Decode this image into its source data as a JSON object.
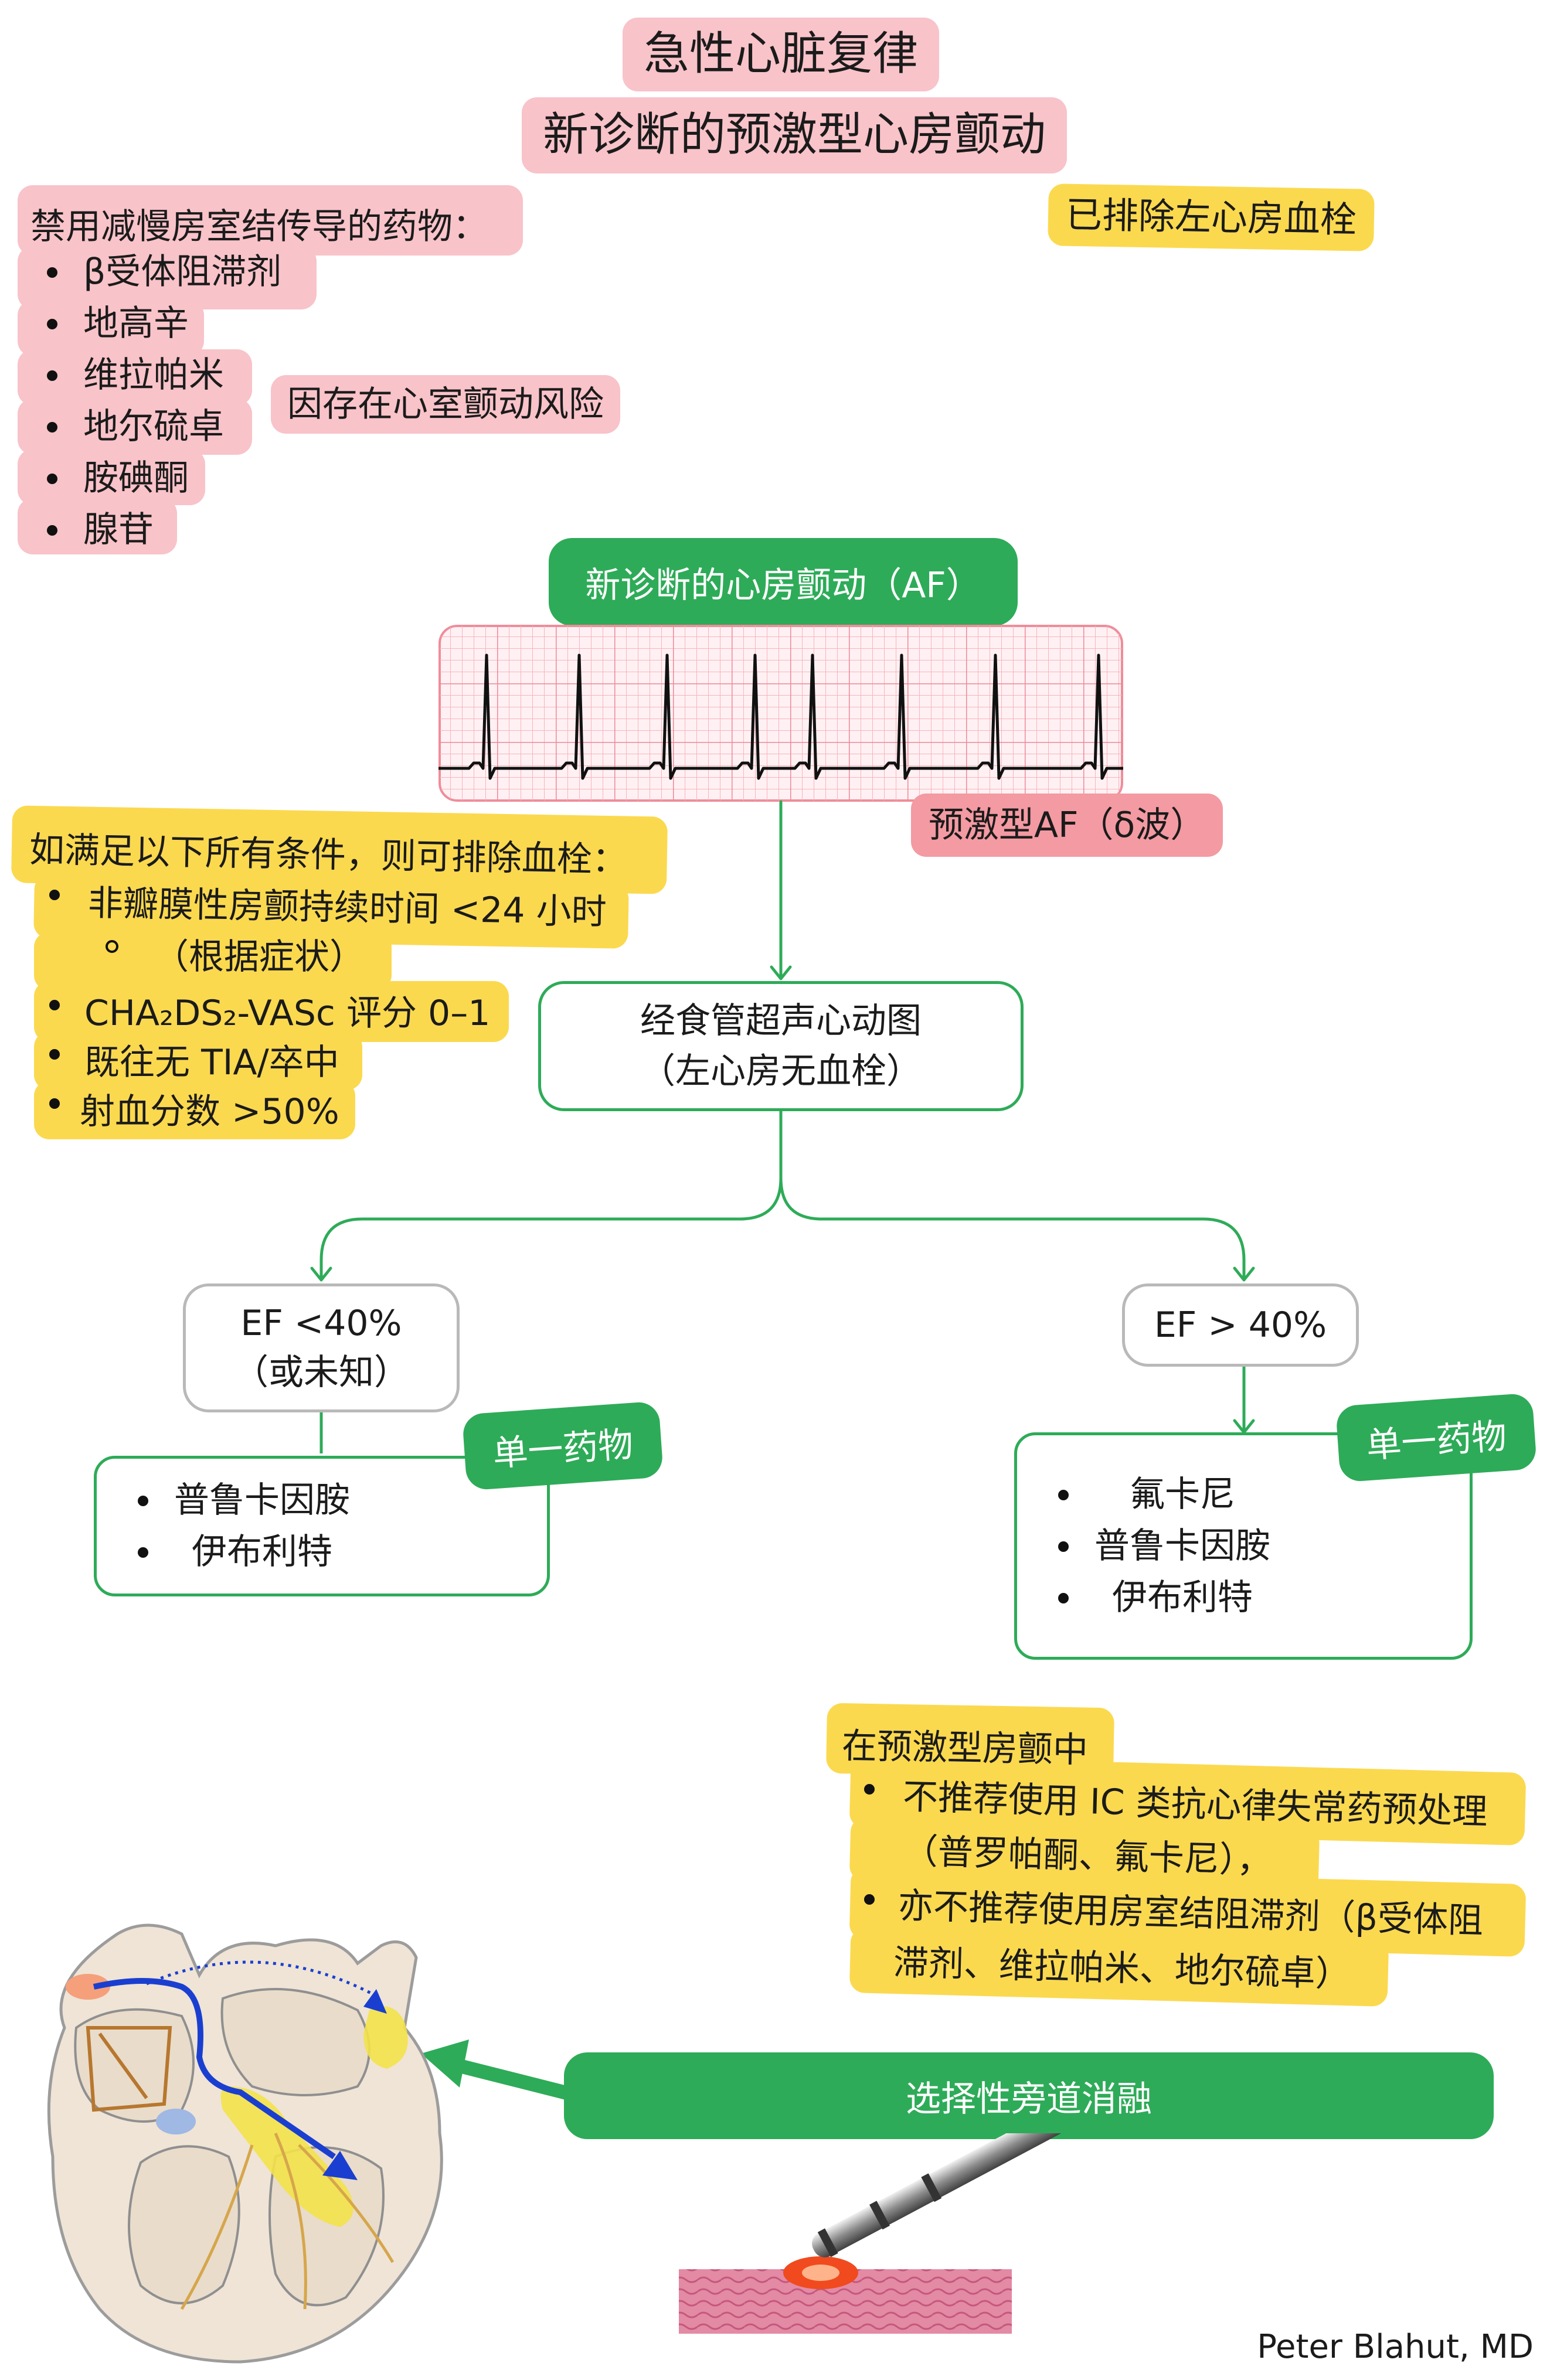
{
  "title": {
    "line1": "急性心脏复律",
    "line2": "新诊断的预激型心房颤动"
  },
  "la_thrombus_excluded": "已排除左心房血栓",
  "contraindicated": {
    "heading": "禁用减慢房室结传导的药物：",
    "items": [
      "β受体阻滞剂",
      "地高辛",
      "维拉帕米",
      "地尔硫卓",
      "胺碘酮",
      "腺苷"
    ],
    "reason": "因存在心室颤动风险"
  },
  "new_af_label": "新诊断的心房颤动（AF）",
  "preexcited_label": "预激型AF（δ波）",
  "thrombus_criteria": {
    "heading": "如满足以下所有条件，则可排除血栓：",
    "item1": "非瓣膜性房颤持续时间 <24 小时",
    "item1_sub": "（根据症状）",
    "item2": "CHA₂DS₂-VASc 评分 0–1",
    "item3": "既往无 TIA/卒中",
    "item4": "射血分数 >50%"
  },
  "tee": {
    "line1": "经食管超声心动图",
    "line2": "（左心房无血栓）"
  },
  "left_branch": {
    "condition_line1": "EF <40%",
    "condition_line2": "（或未知）",
    "tag": "单一药物",
    "drugs": [
      "普鲁卡因胺",
      "伊布利特"
    ]
  },
  "right_branch": {
    "condition": "EF > 40%",
    "tag": "单一药物",
    "drugs": [
      "氟卡尼",
      "普鲁卡因胺",
      "伊布利特"
    ]
  },
  "preexcited_note": {
    "heading": "在预激型房颤中",
    "item1_line1": "不推荐使用 IC 类抗心律失常药预处理",
    "item1_line2": "（普罗帕酮、氟卡尼），",
    "item2_line1": "亦不推荐使用房室结阻滞剂（β受体阻",
    "item2_line2": "滞剂、维拉帕米、地尔硫卓）"
  },
  "ablation": "选择性旁道消融",
  "author": "Peter Blahut, MD",
  "colors": {
    "green": "#2eab58",
    "pink": "#f8c3c9",
    "salmon": "#f39aa2",
    "yellow": "#fbd94f",
    "ecg_grid": "#f08c9a"
  },
  "icons": [
    "heart-conduction-illustration",
    "ablation-catheter-illustration",
    "ecg-strip"
  ]
}
